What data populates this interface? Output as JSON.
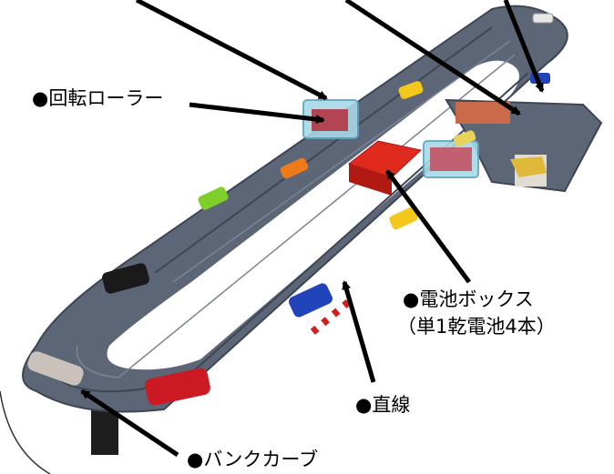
{
  "labels": {
    "rotating_roller": "●回転ローラー",
    "battery_box": "●電池ボックス",
    "battery_spec": "（単1乾電池4本）",
    "straight": "●直線",
    "bank_curve": "●バンクカーブ"
  },
  "colors": {
    "track": "#5d6676",
    "track_dark": "#3e4553",
    "track_light": "#7b8594",
    "battery_box": "#e02a1e",
    "roller_housing": "#a8d8e6",
    "pointer": "#000000"
  },
  "cars": [
    {
      "name": "white",
      "color": "#e8e8e8"
    },
    {
      "name": "blue",
      "color": "#2244bb"
    },
    {
      "name": "yellow",
      "color": "#f2c81c"
    },
    {
      "name": "orange",
      "color": "#ee7a1a"
    },
    {
      "name": "green",
      "color": "#7fcf2a"
    },
    {
      "name": "black",
      "color": "#1a1a1a"
    },
    {
      "name": "red",
      "color": "#cc1a22"
    },
    {
      "name": "silver",
      "color": "#c8c2ba"
    }
  ]
}
